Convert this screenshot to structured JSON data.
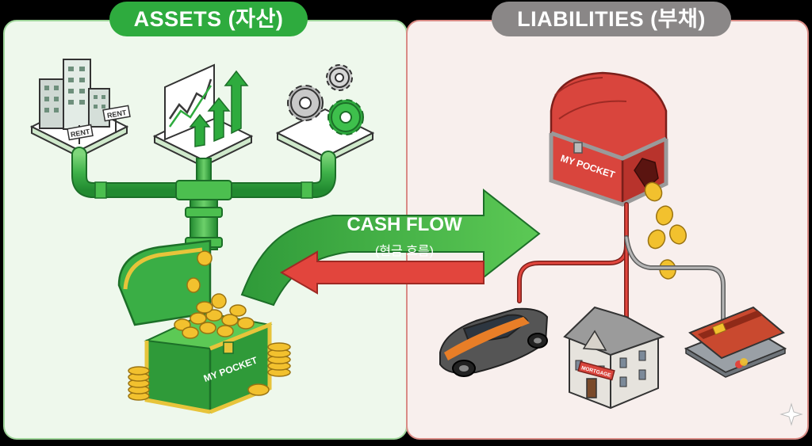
{
  "assets": {
    "title": "ASSETS (자산)",
    "rent_sign_1": "RENT",
    "rent_sign_2": "RENT",
    "chest_label": "MY POCKET"
  },
  "liabilities": {
    "title": "LIABILITIES (부채)",
    "chest_label": "MY POCKET",
    "house_sign": "MORTGAGE"
  },
  "cash_flow": {
    "label": "CASH FLOW",
    "sublabel": "(현금 흐름)"
  },
  "colors": {
    "asset_green": "#2eab3e",
    "liability_red": "#d9453d",
    "liability_gray": "#8a8787",
    "asset_bg": "#eef8ec",
    "liability_bg": "#f8efed",
    "coin_gold": "#f2c12e"
  }
}
